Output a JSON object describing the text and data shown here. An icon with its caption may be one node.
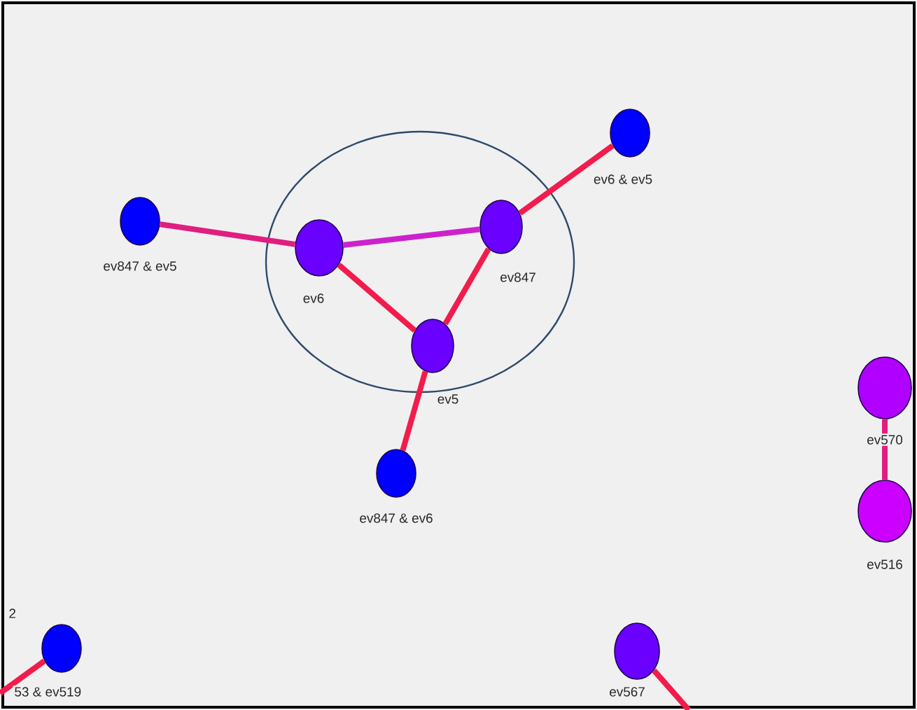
{
  "diagram": {
    "nodes": [
      {
        "text": [],
        "shape": "circle"
      },
      {
        "text": [
          "ev847 & ev5"
        ]
      },
      {
        "text": [
          "ev6"
        ],
        "in": 0
      },
      {
        "text": [
          "ev847"
        ],
        "in": 0
      },
      {
        "text": [
          "ev5"
        ],
        "in": 0
      },
      {
        "text": [
          "ev6 & ev5"
        ]
      },
      {
        "text": [
          "ev847 & ev6"
        ]
      },
      {
        "text": [
          "ev570"
        ]
      },
      {
        "text": [
          "ev516"
        ]
      },
      {
        "text": [
          "53 & ev519"
        ]
      },
      {
        "text": [
          "ev567"
        ]
      }
    ],
    "edges": [
      {
        "from": 1,
        "to": 2,
        "arrow": "none",
        "color": "#e01e80"
      },
      {
        "from": 2,
        "to": 3,
        "arrow": "none",
        "color": "#cc22cc"
      },
      {
        "from": 2,
        "to": 4,
        "arrow": "none"
      },
      {
        "from": 3,
        "to": 4,
        "arrow": "none"
      },
      {
        "from": 3,
        "to": 5,
        "arrow": "none"
      },
      {
        "from": 4,
        "to": 6,
        "arrow": "none"
      },
      {
        "from": 7,
        "to": 8,
        "arrow": "none",
        "color": "#e01e80"
      },
      {
        "from": null,
        "to": 9,
        "arrow": "none"
      },
      {
        "from": 10,
        "to": null,
        "arrow": "none"
      }
    ],
    "labels": [
      "2"
    ]
  }
}
